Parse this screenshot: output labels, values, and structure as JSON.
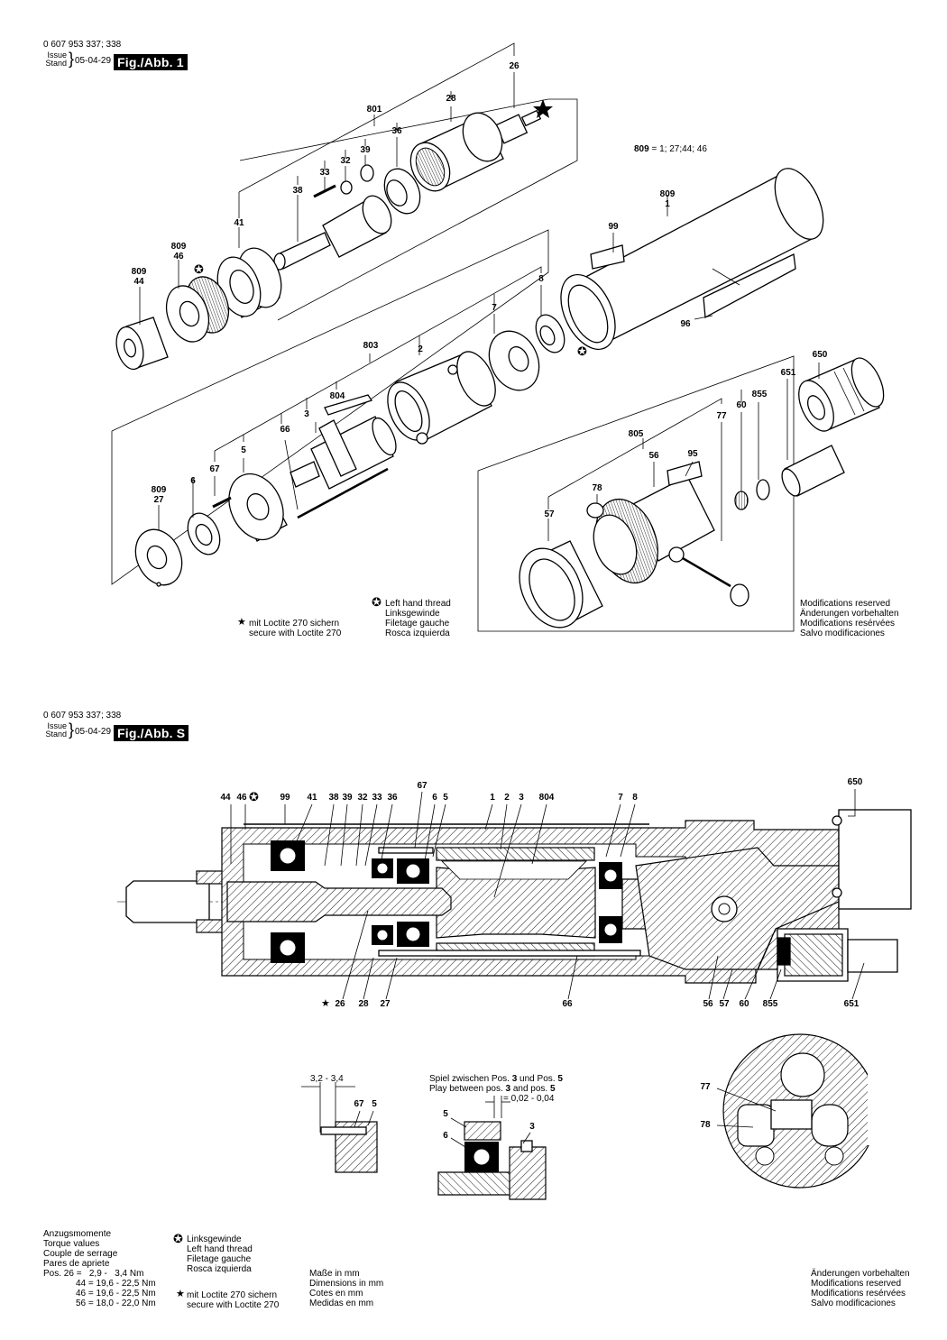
{
  "sheet1": {
    "part_number": "0 607 953 337; 338",
    "issue_label": "Issue",
    "stand_label": "Stand",
    "date": "05-04-29",
    "fig_label": "Fig./Abb. 1",
    "kit_note_bold": "809",
    "kit_note_rest": " = 1; 27;44; 46",
    "callouts": [
      "26",
      "28",
      "801",
      "36",
      "39",
      "32",
      "33",
      "38",
      "41",
      "809",
      "46",
      "809",
      "44",
      "809",
      "1",
      "99",
      "96",
      "8",
      "7",
      "803",
      "2",
      "804",
      "3",
      "66",
      "5",
      "67",
      "6",
      "809",
      "27",
      "650",
      "651",
      "855",
      "60",
      "77",
      "805",
      "56",
      "95",
      "78",
      "57"
    ],
    "left_hand_thread": [
      "Left hand thread",
      "Linksgewinde",
      "Filetage gauche",
      "Rosca izquierda"
    ],
    "loctite": [
      "mit Loctite 270 sichern",
      "secure with Loctite 270"
    ],
    "modifications": [
      "Modifications reserved",
      "Änderungen vorbehalten",
      "Modifications resérvées",
      "Salvo modificaciones"
    ]
  },
  "sheet2": {
    "part_number": "0 607 953 337; 338",
    "issue_label": "Issue",
    "stand_label": "Stand",
    "date": "05-04-29",
    "fig_label": "Fig./Abb. S",
    "top_callouts": [
      "44",
      "46",
      "99",
      "41",
      "38",
      "39",
      "32",
      "33",
      "36",
      "67",
      "6",
      "5",
      "1",
      "2",
      "3",
      "804",
      "7",
      "8",
      "650"
    ],
    "bottom_callouts": [
      "26",
      "28",
      "27",
      "66",
      "56",
      "57",
      "60",
      "855",
      "651"
    ],
    "detail1": {
      "dim": "3,2 - 3,4",
      "labels": [
        "67",
        "5"
      ]
    },
    "detail2": {
      "line1_a": "Spiel zwischen Pos. ",
      "line1_b": "3",
      "line1_c": " und Pos. ",
      "line1_d": "5",
      "line2_a": "Play between pos. ",
      "line2_b": "3",
      "line2_c": " and pos. ",
      "line2_d": "5",
      "tolerance": "= 0,02 - 0,04",
      "labels": [
        "5",
        "6",
        "3"
      ]
    },
    "detail3": {
      "labels": [
        "77",
        "78"
      ]
    },
    "torque": {
      "headings": [
        "Anzugsmomente",
        "Torque values",
        "Couple de serrage",
        "Pares de apriete"
      ],
      "rows": [
        "Pos. 26 =   2,9 -   3,4 Nm",
        "44 = 19,6 - 22,5 Nm",
        "46 = 19,6 - 22,5 Nm",
        "56 = 18,0 - 22,0 Nm"
      ]
    },
    "left_hand_thread": [
      "Linksgewinde",
      "Left hand thread",
      "Filetage gauche",
      "Rosca izquierda"
    ],
    "loctite": [
      "mit Loctite 270 sichern",
      "secure with Loctite 270"
    ],
    "dimensions": [
      "Maße in mm",
      "Dimensions in mm",
      "Cotes en mm",
      "Medidas en mm"
    ],
    "modifications": [
      "Änderungen vorbehalten",
      "Modifications reserved",
      "Modifications resérvées",
      "Salvo modificaciones"
    ]
  }
}
